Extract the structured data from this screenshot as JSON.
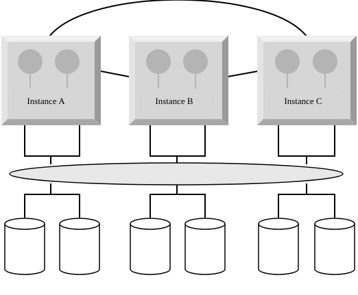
{
  "diagram": {
    "instances": [
      {
        "label": "Instance A"
      },
      {
        "label": "Instance B"
      },
      {
        "label": "Instance C"
      }
    ],
    "disk_count": 6,
    "colors": {
      "node_face": "#d6d6d6",
      "node_bevel_light": "#efefef",
      "node_bevel_dark": "#9a9a9a",
      "cpu_circle": "#b4b4b4",
      "line": "#000000",
      "interconnect_fill": "#e8e8e8"
    }
  }
}
